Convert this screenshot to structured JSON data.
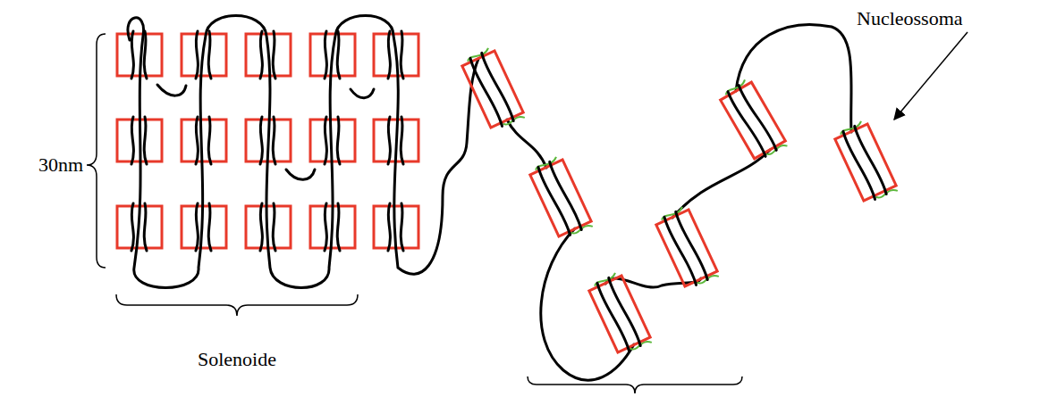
{
  "diagram": {
    "labels": [
      "Nucleossoma",
      "30nm",
      "Solenoide"
    ]
  }
}
